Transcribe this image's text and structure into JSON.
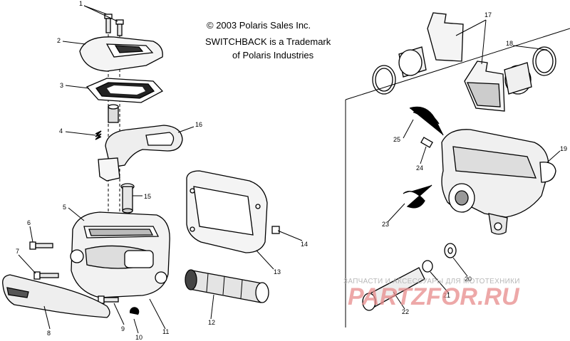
{
  "copyright": {
    "line1": "© 2003 Polaris Sales Inc.",
    "line2": "SWITCHBACK is a Trademark",
    "line3": "of Polaris Industries"
  },
  "watermark": {
    "tagline": "ЗАПЧАСТИ И АКСЕССУАРЫ ДЛЯ МОТОТЕХНИКИ",
    "logo": "PARTZFOR.RU"
  },
  "callouts": [
    "1",
    "2",
    "3",
    "4",
    "5",
    "6",
    "7",
    "8",
    "9",
    "10",
    "11",
    "12",
    "13",
    "14",
    "15",
    "16",
    "17",
    "18",
    "19",
    "20",
    "21",
    "22",
    "23",
    "24",
    "25"
  ]
}
